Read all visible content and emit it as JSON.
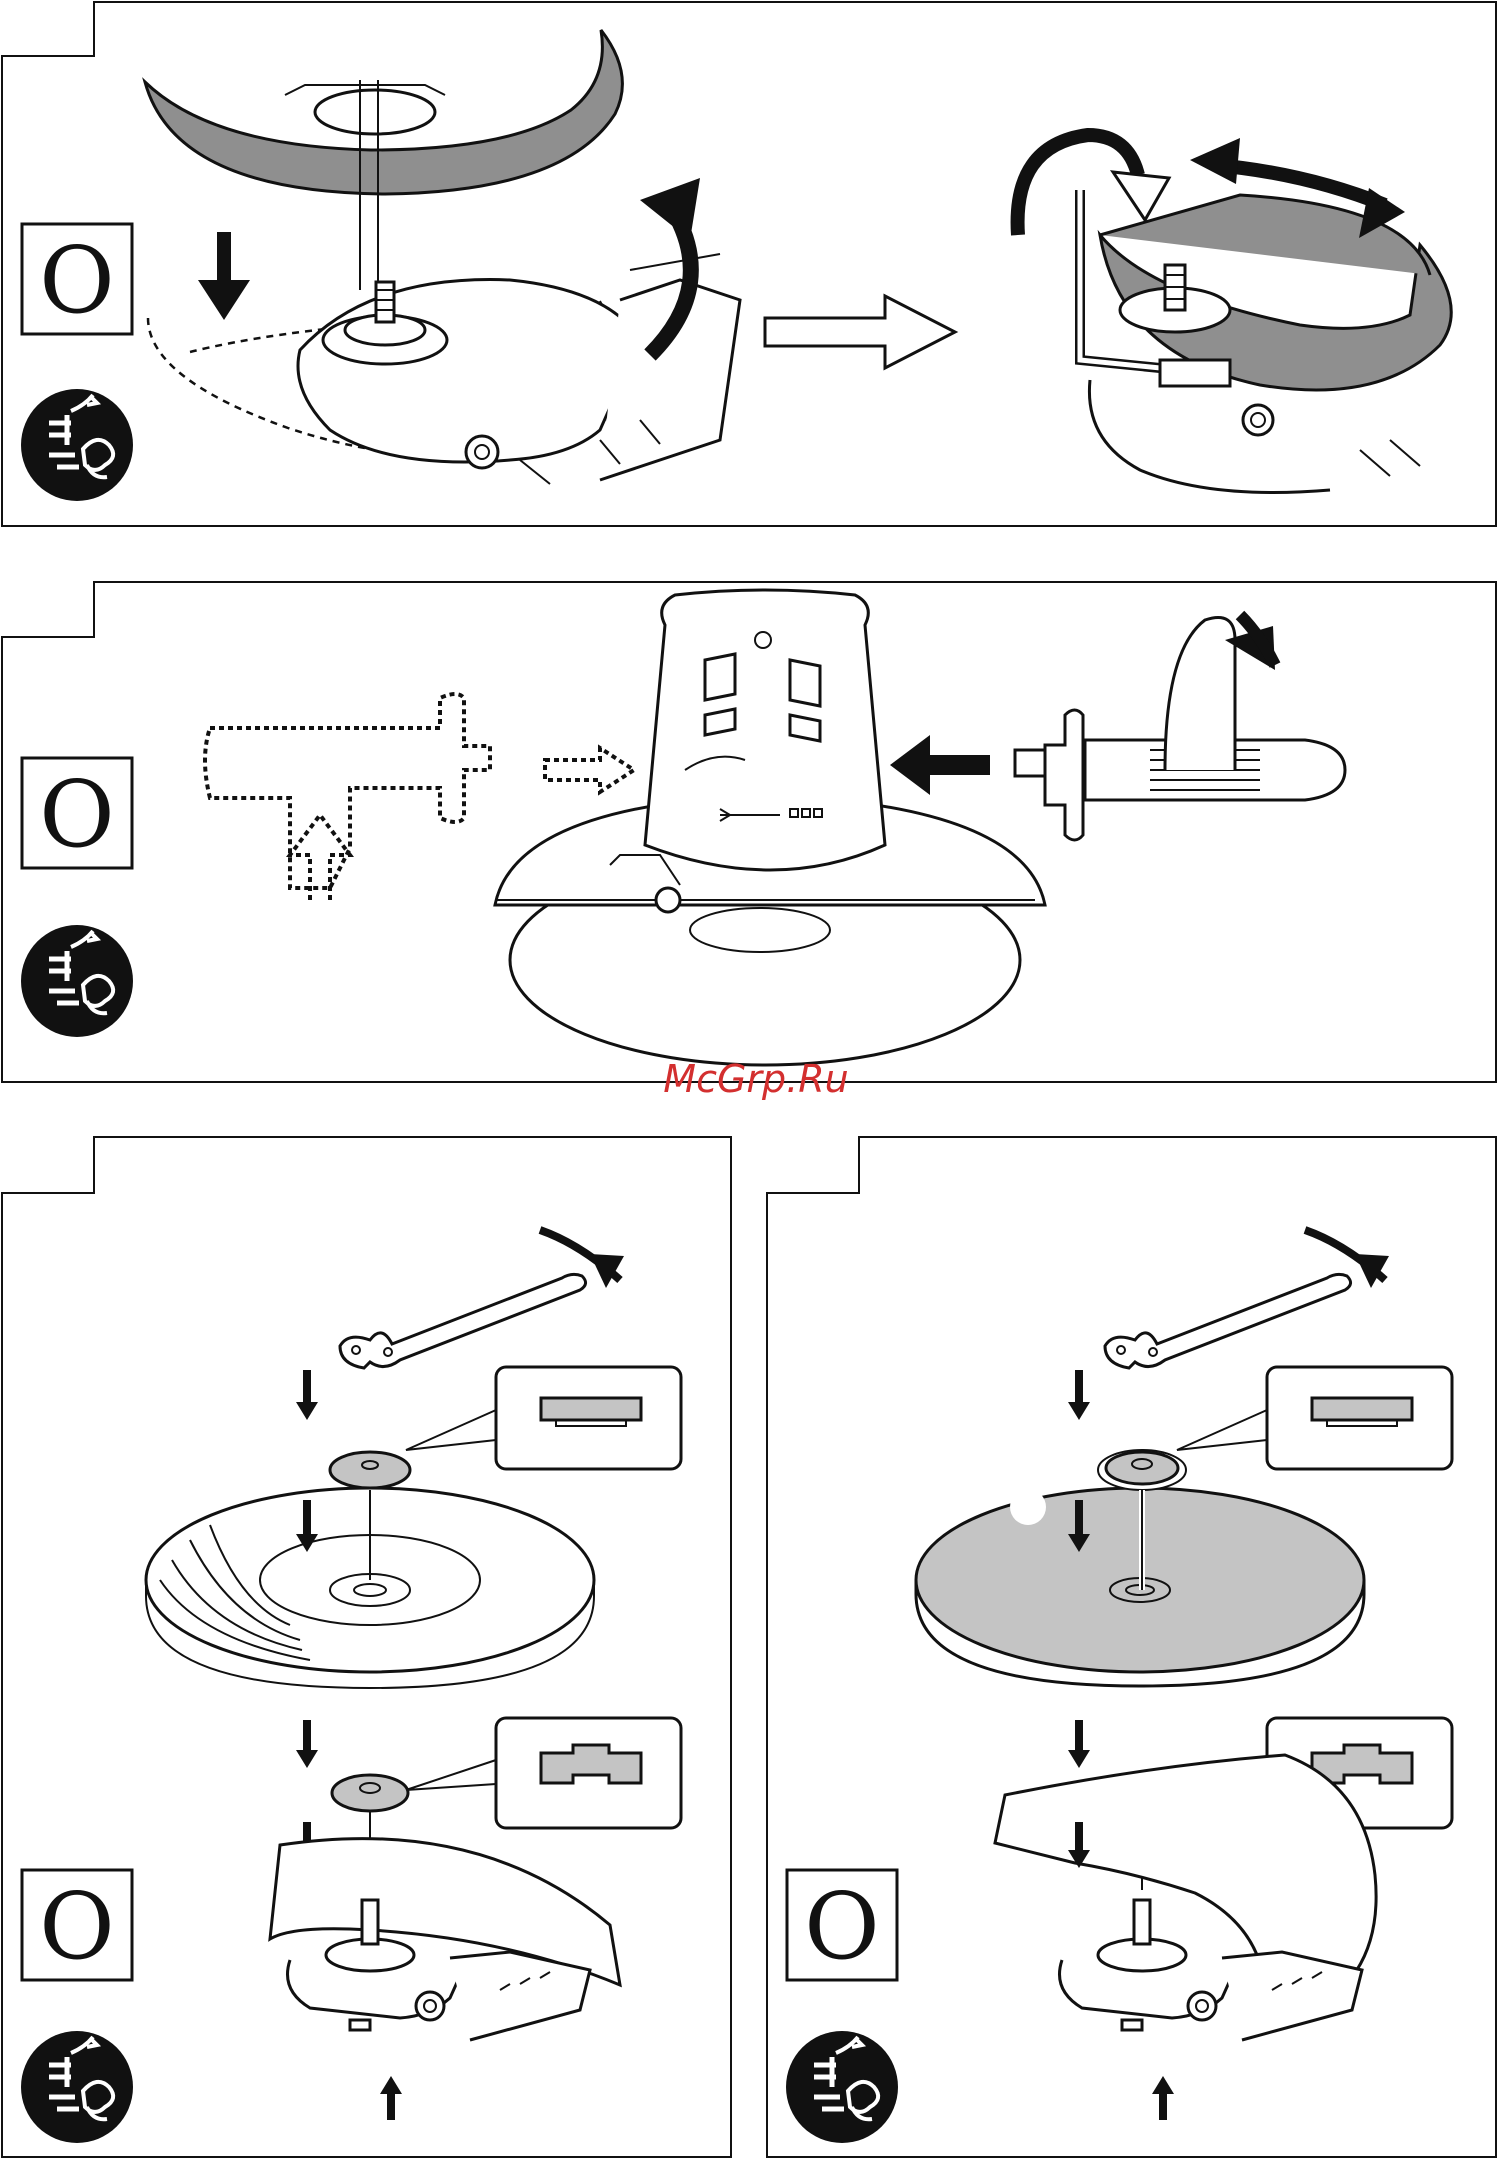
{
  "watermark": "McGrp.Ru",
  "symbol_letter": "O",
  "icons": {
    "unplug": "unplug-power-icon",
    "letter_box": "symbol-o-icon"
  },
  "colors": {
    "line": "#111111",
    "guard_grey": "#8f8f8f",
    "disc_grey": "#c4c4c4",
    "watermark": "#d32f2f"
  },
  "panels": [
    {
      "id": "guard-mounting",
      "step": "mount-guard"
    },
    {
      "id": "handle-mounting",
      "step": "mount-side-handle"
    },
    {
      "id": "grinding-disc-mounting",
      "step": "mount-grinding-disc"
    },
    {
      "id": "cutting-disc-mounting",
      "step": "mount-cutting-disc"
    }
  ]
}
